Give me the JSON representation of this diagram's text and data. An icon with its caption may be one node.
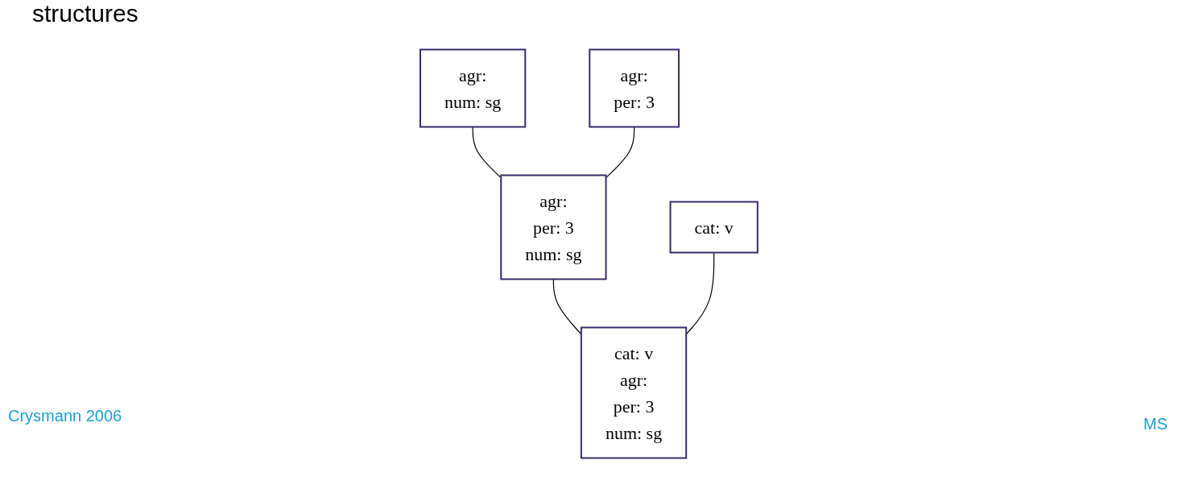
{
  "diagram": {
    "title": "structures",
    "nodes": [
      {
        "text": [
          "agr:",
          "num: sg"
        ]
      },
      {
        "text": [
          "agr:",
          "per: 3"
        ]
      },
      {
        "text": [
          "cat: v"
        ]
      },
      {
        "text": [
          "agr:",
          "per: 3",
          "num: sg"
        ]
      },
      {
        "text": [
          "cat: v",
          "agr:",
          "per: 3",
          "num: sg"
        ]
      }
    ],
    "edges": [
      {
        "from": 0,
        "to": 3,
        "arrow": "none"
      },
      {
        "from": 1,
        "to": 3,
        "arrow": "none"
      },
      {
        "from": 3,
        "to": 4,
        "arrow": "none"
      },
      {
        "from": 2,
        "to": 4,
        "arrow": "none"
      }
    ],
    "labels": [
      "Crysmann 2006",
      "MS"
    ]
  }
}
